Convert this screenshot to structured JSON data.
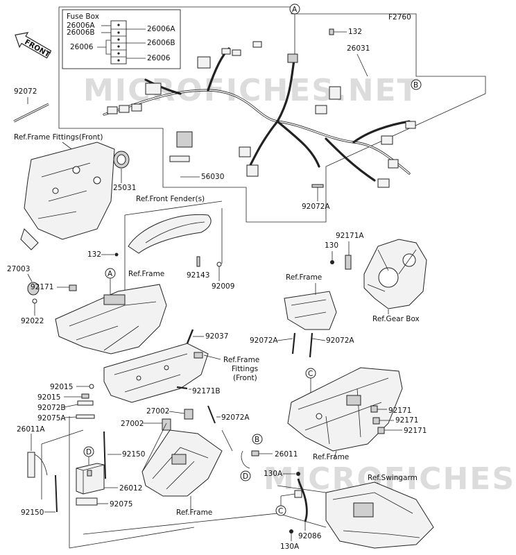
{
  "figure_code": "F2760",
  "front_label": "FRONT",
  "watermark": "MICROFICHES.NET",
  "fuse_box": {
    "title": "Fuse Box",
    "labels_left": [
      "26006A",
      "26006B",
      "26006"
    ],
    "labels_right": [
      "26006A",
      "26006B",
      "26006"
    ]
  },
  "callouts": {
    "A": "A",
    "B": "B",
    "C": "C",
    "D": "D"
  },
  "parts": {
    "p132": "132",
    "p26031": "26031",
    "p92072": "92072",
    "p56030": "56030",
    "p92072A": "92072A",
    "p25031": "25031",
    "p_ref_frame_fittings_front": "Ref.Frame Fittings(Front)",
    "p_ref_front_fender": "Ref.Front Fender(s)",
    "p132b": "132",
    "p92143": "92143",
    "p92009": "92009",
    "p27003": "27003",
    "p92171": "92171",
    "p92022": "92022",
    "p_ref_frame_1": "Ref.Frame",
    "p92171A": "92171A",
    "p130": "130",
    "p_ref_frame_2": "Ref.Frame",
    "p_ref_gear_box": "Ref.Gear Box",
    "p92072A_l": "92072A",
    "p92072A_r": "92072A",
    "p92037": "92037",
    "p_ref_frame_fittings_line1": "Ref.Frame",
    "p_ref_frame_fittings_line2": "Fittings",
    "p_ref_frame_fittings_line3": "(Front)",
    "p92171B": "92171B",
    "p92015a": "92015",
    "p92015b": "92015",
    "p92072B": "92072B",
    "p92075A": "92075A",
    "p26011A": "26011A",
    "p27002a": "27002",
    "p27002b": "27002",
    "p92072A_m": "92072A",
    "p92150a": "92150",
    "p26012": "26012",
    "p92075": "92075",
    "p92150b": "92150",
    "p_ref_frame_3": "Ref.Frame",
    "p26011": "26011",
    "p92171_c1": "92171",
    "p92171_c2": "92171",
    "p92171_c3": "92171",
    "p_ref_frame_4": "Ref.Frame",
    "p_ref_swingarm": "Ref.Swingarm",
    "p130A_a": "130A",
    "p92086": "92086",
    "p130A_b": "130A"
  },
  "colors": {
    "line": "#222222",
    "part_fill": "#f2f2f2",
    "watermark": "#dcdcdc"
  }
}
